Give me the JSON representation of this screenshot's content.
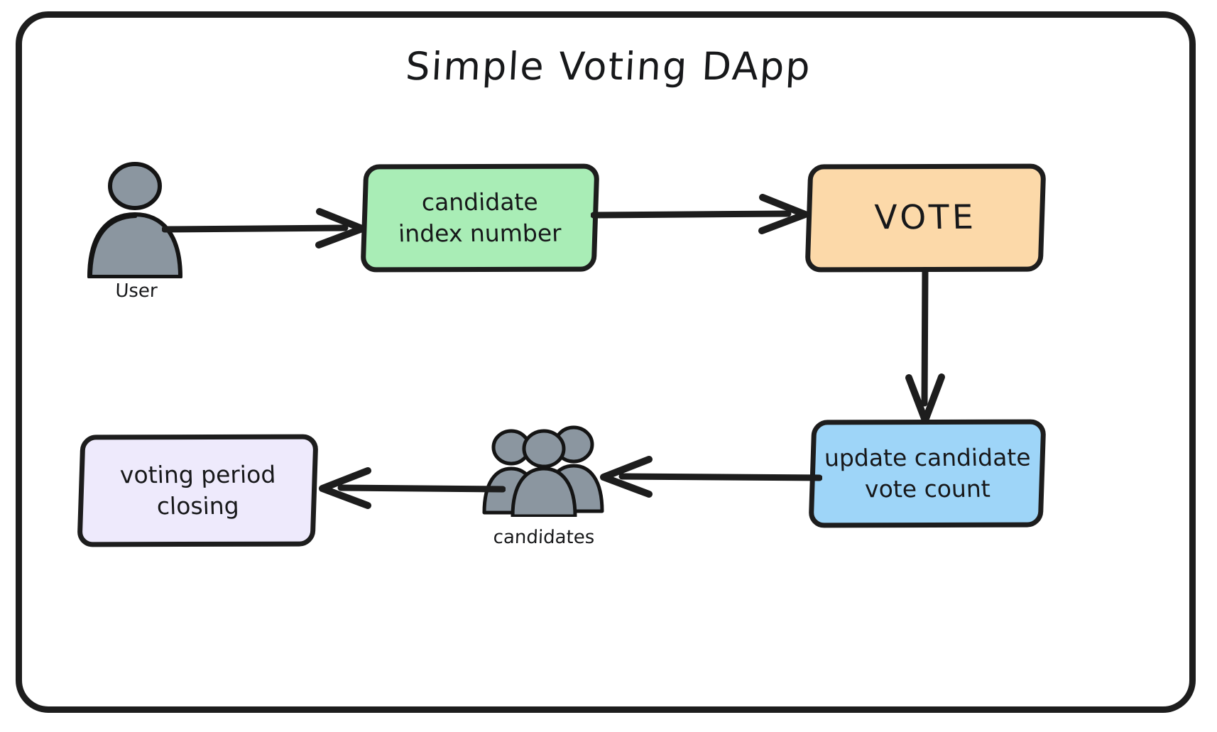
{
  "diagram": {
    "title": "Simple Voting DApp",
    "frame_color": "#1d1d1d",
    "background": "#ffffff"
  },
  "nodes": [
    {
      "id": "candidate-index",
      "label_line1": "candidate",
      "label_line2": "index number",
      "fill": "#a9edb6",
      "shape": "rounded-rect"
    },
    {
      "id": "vote",
      "label_line1": "VOTE",
      "fill": "#fcd9a9",
      "shape": "rounded-rect"
    },
    {
      "id": "update-count",
      "label_line1": "update candidate",
      "label_line2": "vote count",
      "fill": "#9ed5f8",
      "shape": "rounded-rect"
    },
    {
      "id": "voting-closing",
      "label_line1": "voting period",
      "label_line2": "closing",
      "fill": "#eeeafc",
      "shape": "rounded-rect"
    }
  ],
  "actors": [
    {
      "id": "user",
      "label": "User",
      "icon": "person-icon",
      "fill": "#8b96a0",
      "count": 1
    },
    {
      "id": "candidates",
      "label": "candidates",
      "icon": "people-group-icon",
      "fill": "#8b96a0",
      "count": 3
    }
  ],
  "edges": [
    {
      "id": "user-to-candidate-index",
      "from": "user",
      "to": "candidate-index",
      "direction": "right",
      "style": "solid-arrow"
    },
    {
      "id": "candidate-index-to-vote",
      "from": "candidate-index",
      "to": "vote",
      "direction": "right",
      "style": "solid-arrow"
    },
    {
      "id": "vote-to-update-count",
      "from": "vote",
      "to": "update-count",
      "direction": "down",
      "style": "solid-arrow"
    },
    {
      "id": "update-count-to-candidates",
      "from": "update-count",
      "to": "candidates",
      "direction": "left",
      "style": "solid-arrow"
    },
    {
      "id": "candidates-to-voting-closing",
      "from": "candidates",
      "to": "voting-closing",
      "direction": "left",
      "style": "solid-arrow"
    }
  ]
}
